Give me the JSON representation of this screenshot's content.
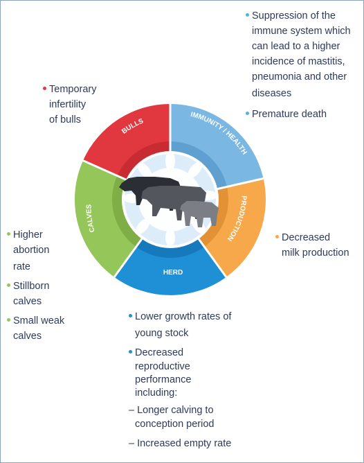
{
  "segments": [
    {
      "id": "bulls",
      "label": "BULLS",
      "color": "#e1383f",
      "inner": "#c92b33"
    },
    {
      "id": "immunity",
      "label": "IMMUNITY / HEALTH",
      "color": "#7ab7e3",
      "inner": "#5fa0d0"
    },
    {
      "id": "production",
      "label": "PRODUCTION",
      "color": "#f6a84a",
      "inner": "#e29234"
    },
    {
      "id": "herd",
      "label": "HERD",
      "color": "#1f8fd6",
      "inner": "#1679bb"
    },
    {
      "id": "calves",
      "label": "CALVES",
      "color": "#95c65a",
      "inner": "#7eae45"
    }
  ],
  "bulls_effects": {
    "bullet_color": "#e1383f",
    "items": [
      [
        "Temporary",
        "infertility",
        "of bulls"
      ]
    ]
  },
  "immunity_effects": {
    "bullet_color": "#4fb3e6",
    "items": [
      [
        "Suppression of the",
        "immune system which",
        "can lead to a higher",
        "incidence of mastitis,",
        "pneumonia and other",
        "diseases"
      ],
      [
        "Premature death"
      ]
    ]
  },
  "production_effects": {
    "bullet_color": "#f6a84a",
    "items": [
      [
        "Decreased",
        "milk production"
      ]
    ]
  },
  "calves_effects": {
    "bullet_color": "#95c65a",
    "items": [
      [
        "Higher",
        "abortion",
        "rate"
      ],
      [
        "Stillborn",
        "calves"
      ],
      [
        "Small weak",
        "calves"
      ]
    ]
  },
  "herd_effects": {
    "bullet_color": "#1f8fd6",
    "items": [
      [
        "Lower growth rates of",
        "young stock"
      ],
      [
        "Decreased",
        "reproductive",
        "performance",
        "including:"
      ]
    ],
    "sub_items": [
      "Longer calving to",
      "conception period",
      "Increased empty rate"
    ]
  }
}
